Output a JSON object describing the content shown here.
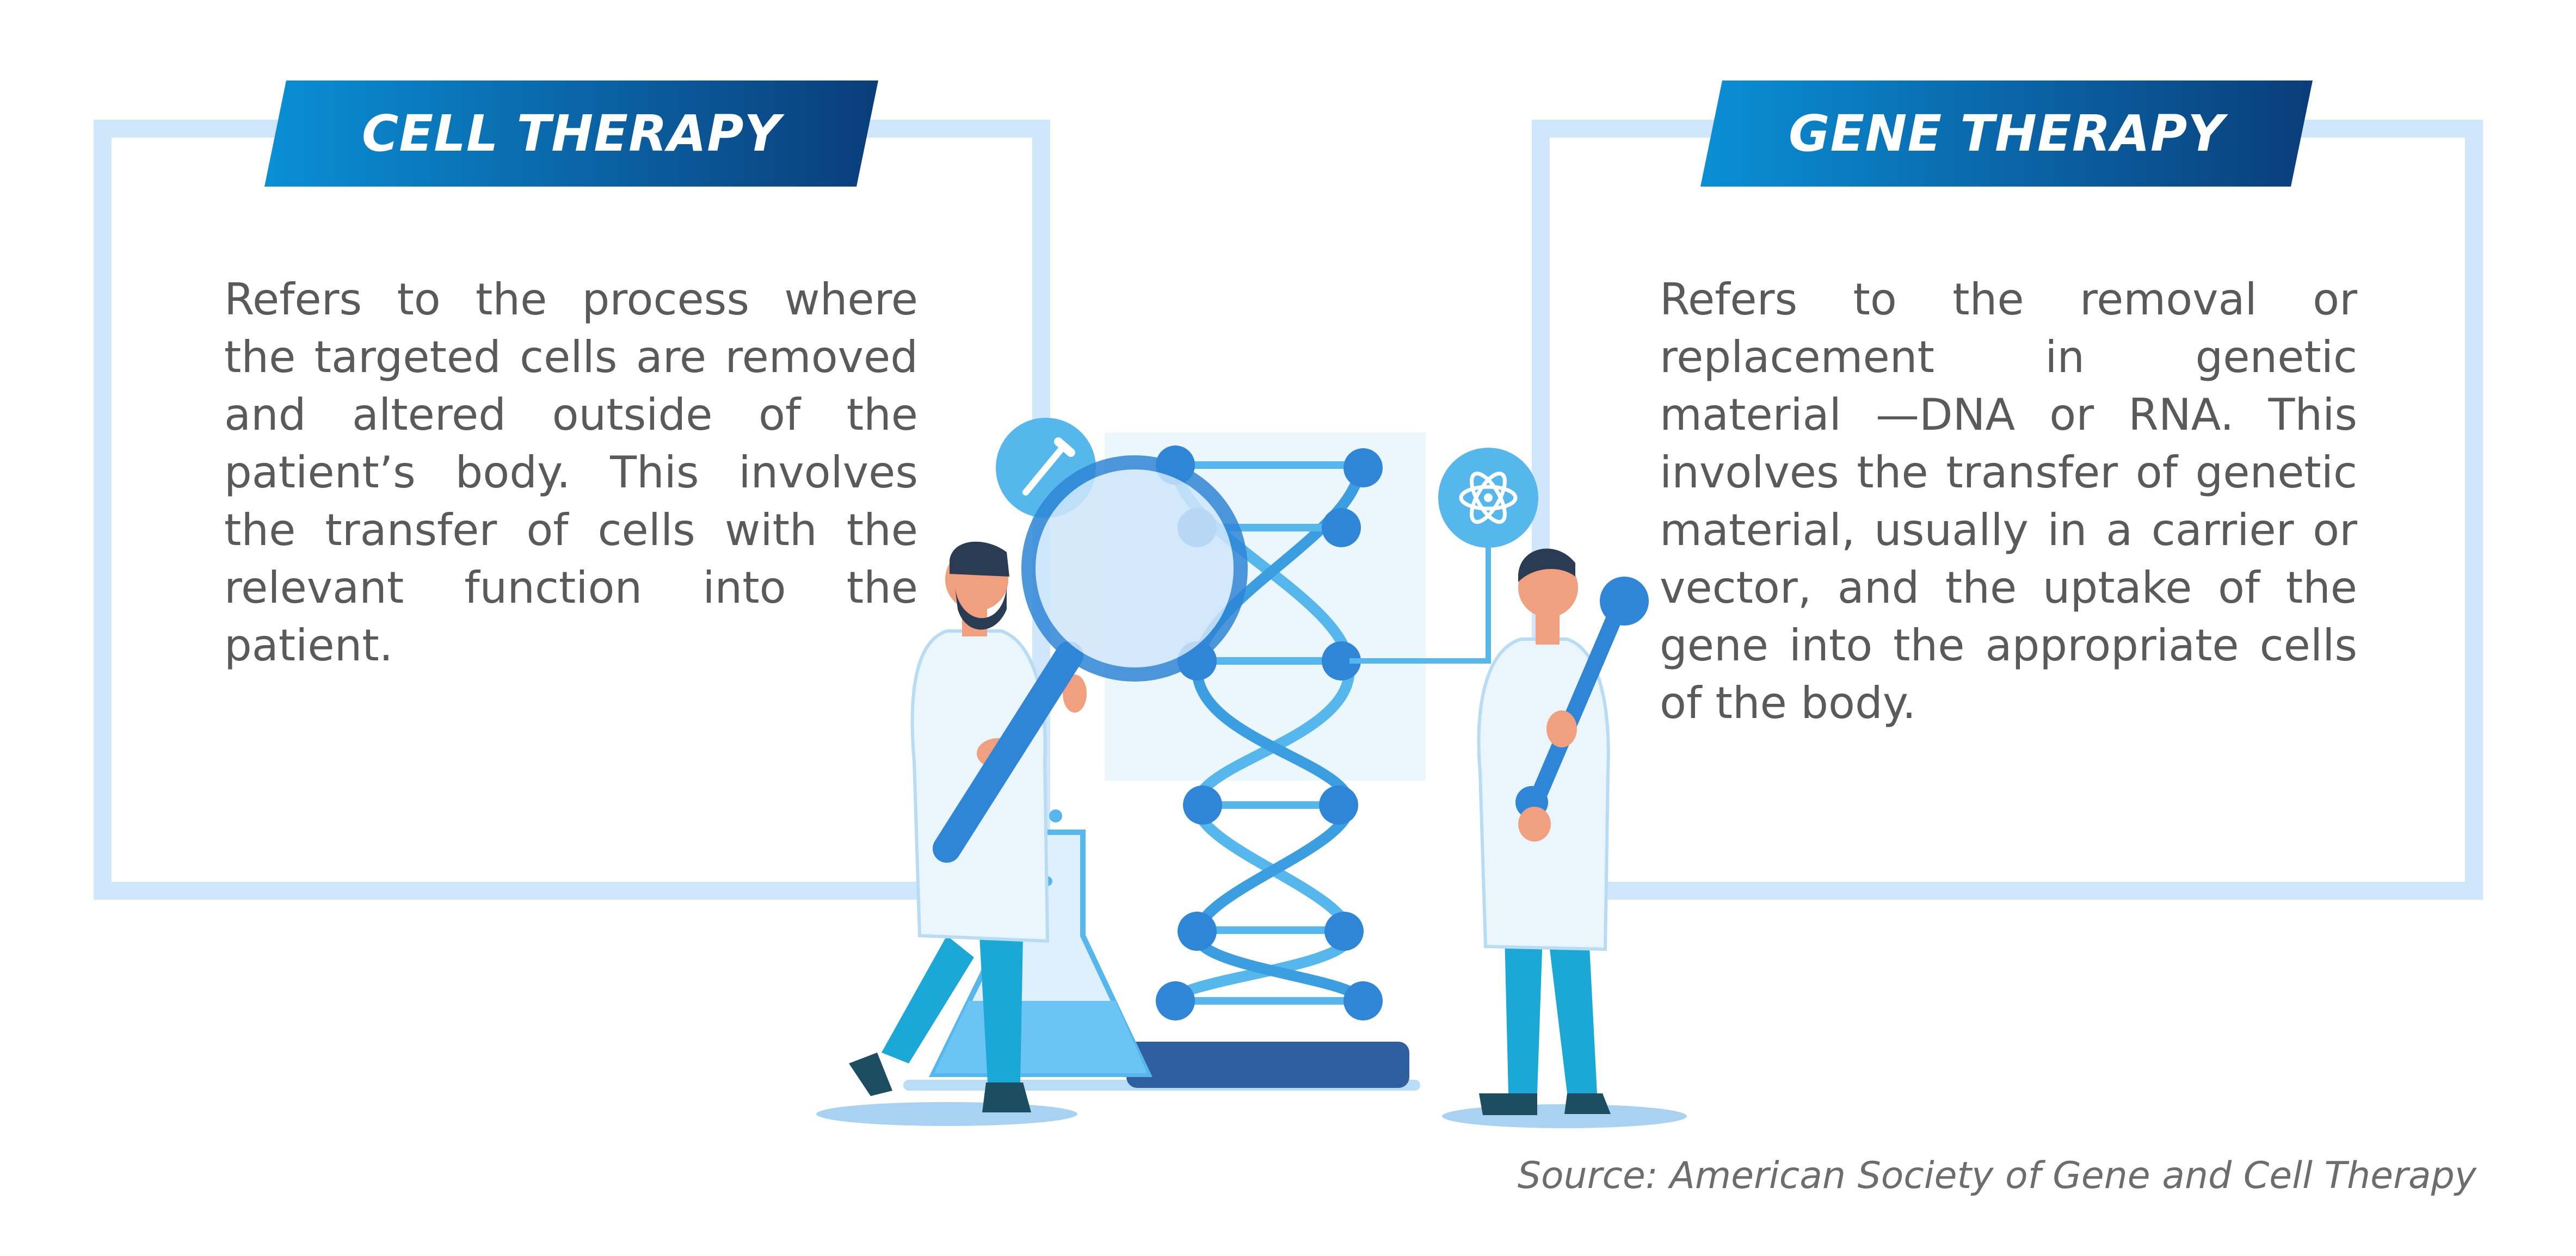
{
  "colors": {
    "panel_border": "#cfe6fb",
    "banner_gradient_start": "#0a8fd6",
    "banner_gradient_end": "#0a3d7a",
    "body_text": "#5a5a5a",
    "accent_blue": "#2f86d6",
    "light_blue": "#56b7ec"
  },
  "cell_therapy": {
    "title": "CELL THERAPY",
    "description": "Refers to the process where the targeted cells are removed and altered outside of the patient’s body. This involves the transfer of cells with the relevant function into the patient."
  },
  "gene_therapy": {
    "title": "GENE THERAPY",
    "description": "Refers to the removal or replacement in genetic material —DNA or RNA. This involves the transfer of genetic material, usually in a carrier or vector, and the uptake of the gene into the appropriate cells of the body."
  },
  "source": "Source: American Society of Gene and Cell Therapy",
  "illustration": {
    "icons": [
      "pipette-icon",
      "atom-icon"
    ],
    "elements": [
      "dna-helix",
      "magnifying-glass",
      "lab-flask",
      "scientist-with-magnifier",
      "scientist-with-probe"
    ]
  }
}
